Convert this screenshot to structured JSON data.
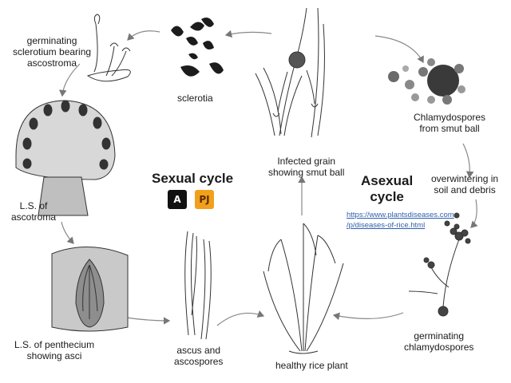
{
  "labels": {
    "germinating_sclerotium": [
      "germinating",
      "sclerotium bearing",
      "ascostroma"
    ],
    "sclerotia": "sclerotia",
    "infected_grain": [
      "Infected grain",
      "showing smut ball"
    ],
    "chlamydospores": [
      "Chlamydospores",
      "from smut ball"
    ],
    "ls_ascotroma": [
      "L.S. of",
      "ascotroma"
    ],
    "overwintering": [
      "overwintering in",
      "soil and debris"
    ],
    "ls_perithecium": [
      "L.S. of penthecium",
      "showing asci"
    ],
    "ascus": [
      "ascus and",
      "ascospores"
    ],
    "healthy_plant": "healthy rice plant",
    "germinating_chlamydospores": [
      "germinating",
      "chlamydospores"
    ]
  },
  "cycles": {
    "sexual": "Sexual cycle",
    "asexual": [
      "Asexual",
      "cycle"
    ]
  },
  "link": [
    "https://www.plantsdiseases.com",
    "/p/diseases-of-rice.html"
  ],
  "logos": [
    {
      "glyph": "A",
      "bg": "#111111",
      "fg": "#ffffff"
    },
    {
      "glyph": "PJ",
      "bg": "#f2a01c",
      "fg": "#5a2d00"
    }
  ],
  "colors": {
    "arrow": "#777777",
    "ink": "#222222",
    "link": "#2f5fb0"
  }
}
